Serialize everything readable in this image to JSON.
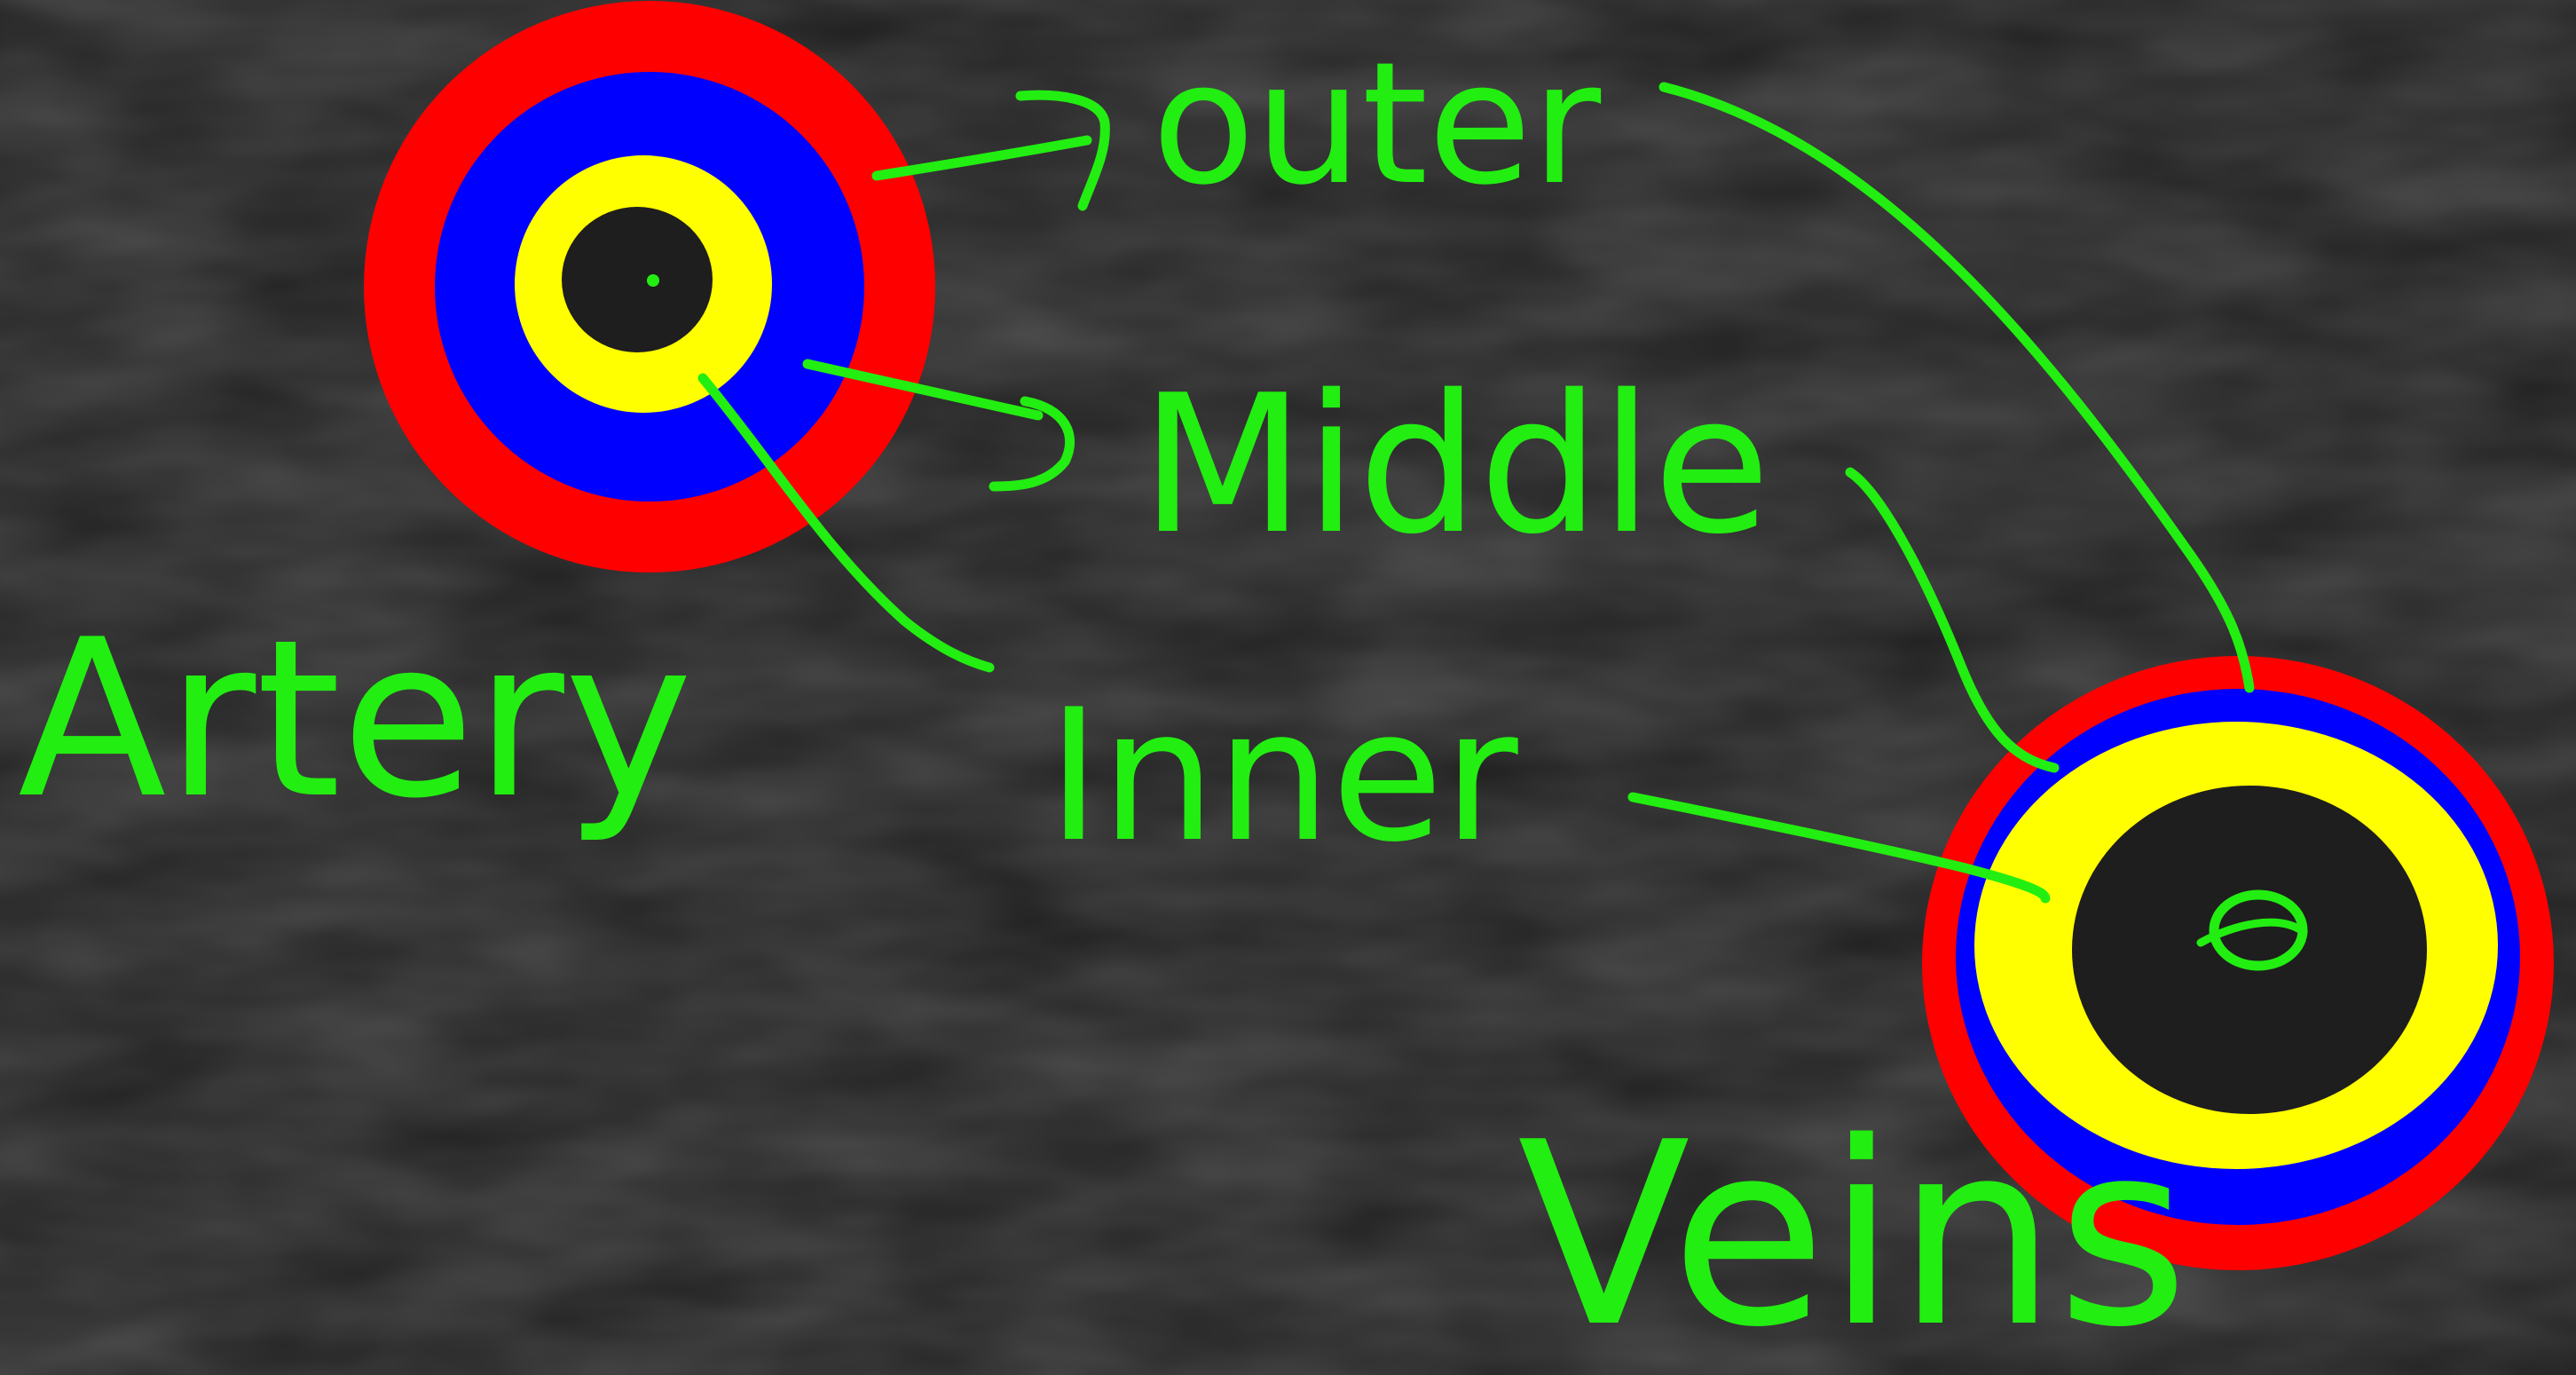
{
  "labels": {
    "outer": "outer",
    "middle": "Middle",
    "inner": "Inner",
    "artery": "Artery",
    "veins": "Veins"
  },
  "colors": {
    "background": "#1e1e1e",
    "outer_layer": "#ff0000",
    "middle_layer": "#0000ff",
    "inner_layer": "#ffff00",
    "lumen": "#1e1e1e",
    "annotation": "#22ee11"
  }
}
